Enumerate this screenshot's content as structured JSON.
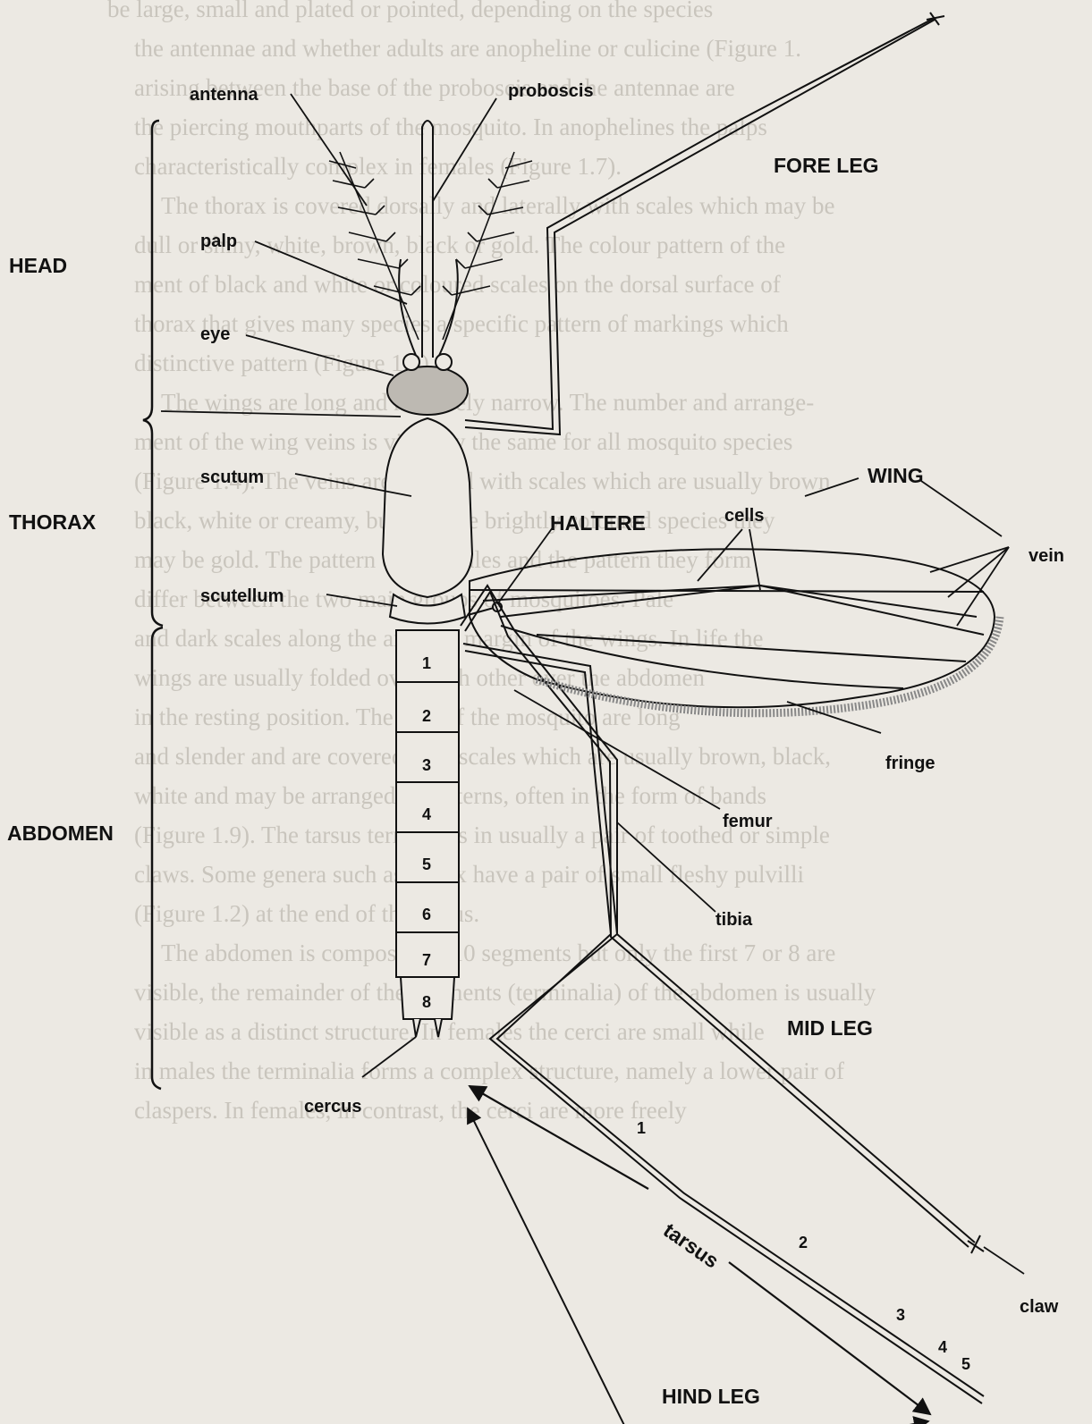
{
  "background_lines": [
    "be large, small and plated or pointed, depending on the species",
    "the antennae and whether adults are anopheline or culicine (Figure 1.",
    "arising between the base of the proboscis and the antennae are",
    "the piercing mouthparts of the mosquito. In anophelines the palps",
    "characteristically complex in females (Figure 1.7).",
    "The thorax is covered dorsally and laterally with scales which may be",
    "dull or shiny, white, brown, black or gold. The colour pattern of the",
    "ment of black and white or coloured scales on the dorsal surface of",
    "thorax that gives many species a specific pattern of markings which",
    "distinctive pattern (Figure 1.8).",
    "The wings are long and relatively narrow. The number and arrange-",
    "ment of the wing veins is virtually the same for all mosquito species",
    "(Figure 1.4). The veins are covered with scales which are usually brown",
    "black, white or creamy, but in some brightly coloured species they",
    "may be gold. The pattern of the scales and the pattern they form",
    "differ between the two main groups of mosquitoes. Pale",
    "and dark scales along the anterior margin of the wings. In life the",
    "wings are usually folded over each other over the abdomen",
    "in the resting position. The legs of the mosquito are long",
    "and slender and are covered with scales which are usually brown, black,",
    "white and may be arranged in patterns, often in the form of bands",
    "(Figure 1.9). The tarsus terminates in usually a pair of toothed or simple",
    "claws. Some genera such as Culex have a pair of small fleshy pulvilli",
    "(Figure 1.2) at the end of the tarsus.",
    "The abdomen is composed of 10 segments but only the first 7 or 8 are",
    "visible, the remainder of the segments (terminalia) of the abdomen is usually",
    "visible as a distinct structure. In females the cerci are small while",
    "in males the terminalia forms a complex structure, namely a lower pair of",
    "claspers. In females, in contrast, the cerci are more freely"
  ],
  "region_labels": {
    "head": "HEAD",
    "thorax": "THORAX",
    "abdomen": "ABDOMEN"
  },
  "part_labels": {
    "antenna": "antenna",
    "proboscis": "proboscis",
    "palp": "palp",
    "eye": "eye",
    "scutum": "scutum",
    "scutellum": "scutellum",
    "cercus": "cercus",
    "fore_leg": "FORE LEG",
    "wing": "WING",
    "haltere": "HALTERE",
    "cells": "cells",
    "vein": "vein",
    "fringe": "fringe",
    "femur": "femur",
    "tibia": "tibia",
    "mid_leg": "MID LEG",
    "tarsus": "tarsus",
    "claw": "claw",
    "hind_leg": "HIND LEG"
  },
  "abdomen_segments": [
    "1",
    "2",
    "3",
    "4",
    "5",
    "6",
    "7",
    "8"
  ],
  "tarsus_segments": [
    "1",
    "2",
    "3",
    "4",
    "5"
  ]
}
